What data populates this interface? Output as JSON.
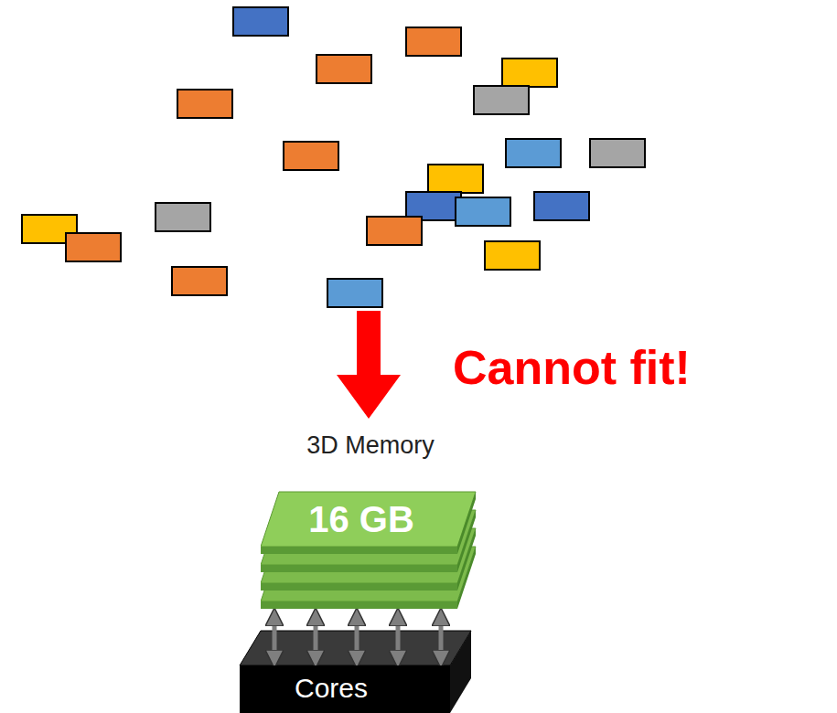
{
  "diagram": {
    "nodes": [
      {
        "text": [
          "3D Memory",
          "16 GB"
        ]
      },
      {
        "text": [
          "Cores"
        ]
      }
    ],
    "edges": [
      {
        "from": 0,
        "to": 1,
        "arrow": "both"
      },
      {
        "from": 0,
        "to": 1,
        "arrow": "both"
      },
      {
        "from": 0,
        "to": 1,
        "arrow": "both"
      },
      {
        "from": 0,
        "to": 1,
        "arrow": "both"
      },
      {
        "from": 0,
        "to": 1,
        "arrow": "both"
      }
    ],
    "labels": [
      "Cannot fit!"
    ]
  }
}
